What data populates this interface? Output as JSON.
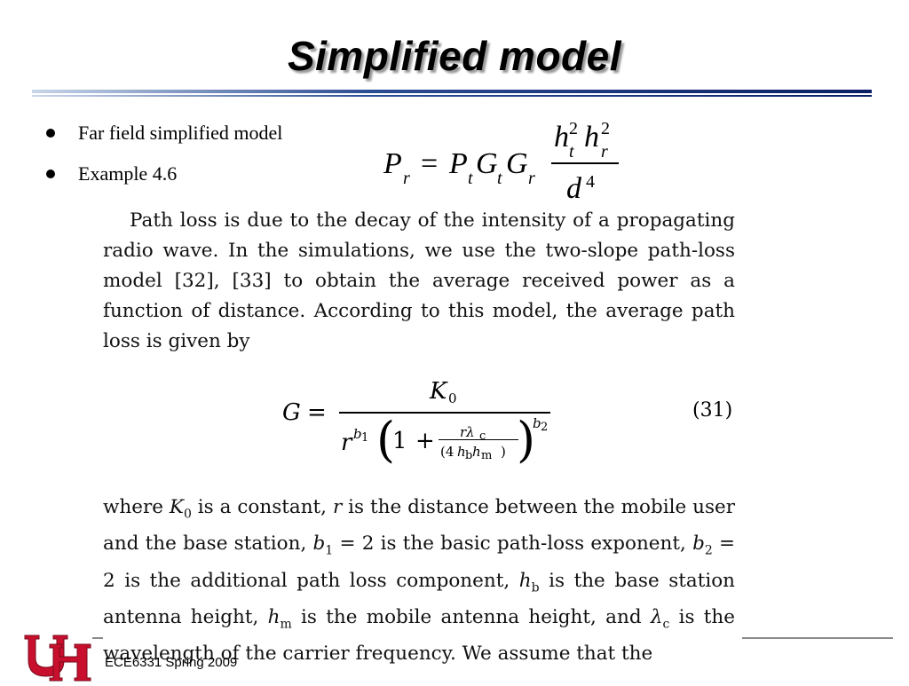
{
  "slide": {
    "title": "Simplified model",
    "bullets": [
      "Far field simplified model",
      "Example 4.6"
    ],
    "footer": "ECE6331 Spring 2009",
    "accent_color": "#0a1f66",
    "logo_color": "#c8102e"
  },
  "formula1": {
    "lhs": "P",
    "lhs_sub": "r",
    "eq": "=",
    "rhs": [
      "P",
      "G",
      "G"
    ],
    "rhs_subs": [
      "t",
      "t",
      "r"
    ],
    "num": [
      "h",
      "h"
    ],
    "num_subs": [
      "t",
      "r"
    ],
    "num_sups": [
      "2",
      "2"
    ],
    "den": "d",
    "den_sup": "4"
  },
  "excerpt": {
    "para1": "Path loss is due to the decay of the intensity of a propagating radio wave. In the simulations, we use the two-slope path-loss model [32], [33] to obtain the average received power as a function of distance. According to this model, the average path loss is given by",
    "eq_number": "(31)",
    "para2": [
      "where ",
      "K",
      "0",
      " is a constant, ",
      "r",
      " is the distance between the mobile user and the base station, ",
      "b",
      "1",
      " = 2 is the basic path-loss exponent, ",
      "b",
      "2",
      " = 2 is the additional path loss component, ",
      "h",
      "b",
      " is the base station antenna height, ",
      "h",
      "m",
      " is the mobile antenna height, and ",
      "λ",
      "c",
      " is the wavelength of the carrier frequency. We assume that the"
    ]
  },
  "formula2": {
    "lhs": "G",
    "eq": "=",
    "num": "K",
    "num_sub": "0",
    "den_r": "r",
    "den_b": "b",
    "den_b_sub": "1",
    "one": "1",
    "plus": "+",
    "inner_num": "rλ",
    "inner_num_sub": "c",
    "inner_den_open": "(4",
    "inner_den_h1": "h",
    "inner_den_h1_sub": "b",
    "inner_den_h2": "h",
    "inner_den_h2_sub": "m",
    "inner_den_close": ")",
    "outer_b": "b",
    "outer_b_sub": "2",
    "lparen": "(",
    "rparen": ")"
  }
}
